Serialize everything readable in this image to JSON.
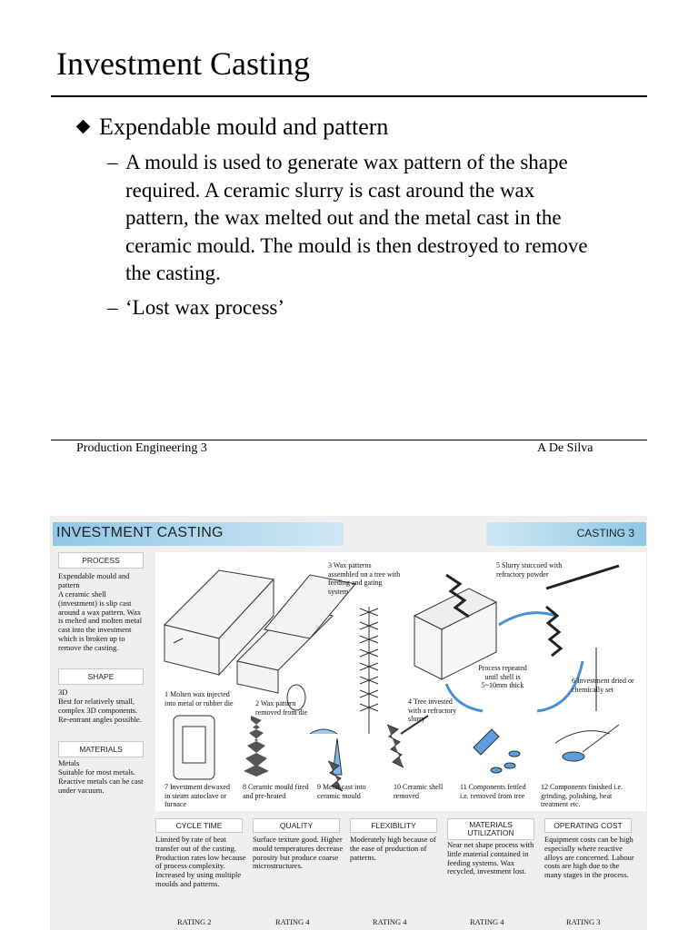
{
  "slide": {
    "title": "Investment Casting",
    "bullet": "Expendable mould and pattern",
    "sub_items": [
      {
        "dash": "–",
        "text": "A mould is used to generate wax pattern of the shape required. A ceramic slurry is cast around the wax pattern, the wax melted out and the metal cast in the ceramic mould. The mould is then destroyed to remove the casting."
      },
      {
        "dash": "–",
        "text": "‘Lost wax process’"
      }
    ],
    "footer_left": "Production Engineering 3",
    "footer_right": "A De Silva"
  },
  "sheet": {
    "title": "INVESTMENT CASTING",
    "tag": "CASTING 3",
    "process_label": "PROCESS",
    "process_heading": "Expendable mould and pattern",
    "process_text": "A ceramic shell (investment) is slip cast around a wax pattern. Wax is melted and molten metal cast into the investment which is broken up to remove the casting.",
    "shape_label": "SHAPE",
    "shape_heading": "3D",
    "shape_text": "Best for relatively small, complex 3D components. Re-entrant angles possible.",
    "materials_label": "MATERIALS",
    "materials_heading": "Metals",
    "materials_text": "Suitable for most metals. Reactive metals can be cast under vacuum.",
    "steps": {
      "s1": "1  Molten wax injected into metal or rubber die",
      "s2": "2  Wax pattern removed from die",
      "s3": "3  Wax patterns assembled on a tree with feeding and gating system",
      "s4": "4  Tree invested with a refractory slurry",
      "s5": "5  Slurry stuccoed with refractory powder",
      "s6": "6  Investment dried or chemically set",
      "repeat": "Process repeated until shell is 5~10mm thick",
      "s7": "7  Investment dewaxed in steam autoclave or furnace",
      "s8": "8  Ceramic mould fired and pre-heated",
      "s9": "9  Metal cast into ceramic mould",
      "s10": "10  Ceramic shell removed",
      "s11": "11  Components fettled i.e. removed from tree",
      "s12": "12  Components finished i.e. grinding, polishing, heat treatment etc."
    },
    "criteria": [
      {
        "label": "CYCLE TIME",
        "text": "Limited by rate of heat transfer out of the casting. Production rates low because of process complexity. Increased by using multiple moulds and patterns.",
        "rating": "RATING 2"
      },
      {
        "label": "QUALITY",
        "text": "Surface texture good. Higher mould temperatures decrease porosity but produce coarse microstructures.",
        "rating": "RATING 4"
      },
      {
        "label": "FLEXIBILITY",
        "text": "Moderately high because of the ease of production of patterns.",
        "rating": "RATING 4"
      },
      {
        "label": "MATERIALS UTILIZATION",
        "text": "Near net shape process with little material contained in feeding systems. Wax recycled, investment lost.",
        "rating": "RATING 4"
      },
      {
        "label": "OPERATING COST",
        "text": "Equipment costs can be high especially where reactive alloys are concerned. Labour costs are high due to the many stages in the process.",
        "rating": "RATING 3"
      }
    ]
  }
}
